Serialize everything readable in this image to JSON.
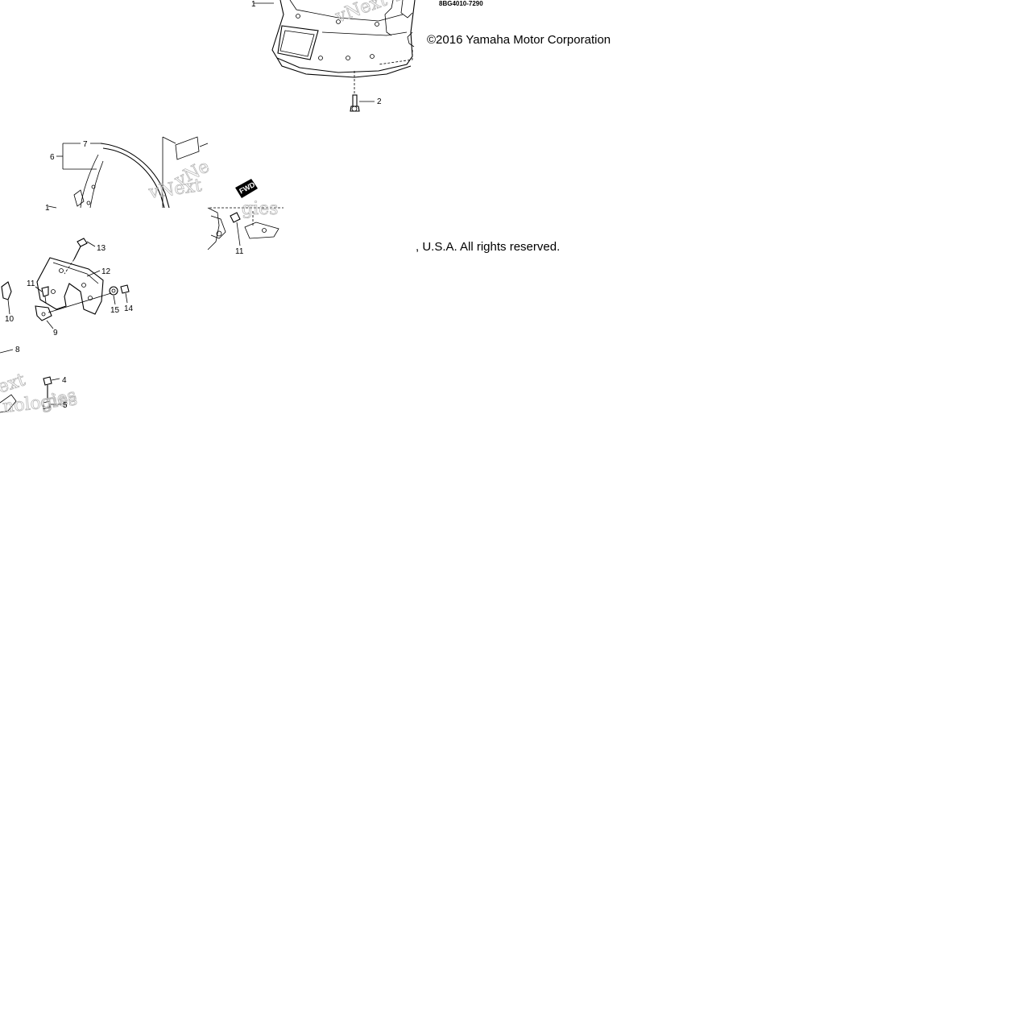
{
  "diagram": {
    "part_number": "8BG4010-7290",
    "watermark": "vNext Technologies",
    "fwd_label": "FWD",
    "callouts": [
      "1",
      "2",
      "4",
      "5",
      "6",
      "7",
      "8",
      "9",
      "10",
      "11",
      "11",
      "12",
      "13",
      "14",
      "15",
      "1"
    ]
  },
  "copyright": {
    "line1": "©2016 Yamaha Motor Corporation",
    "line2": ", U.S.A. All rights reserved."
  }
}
